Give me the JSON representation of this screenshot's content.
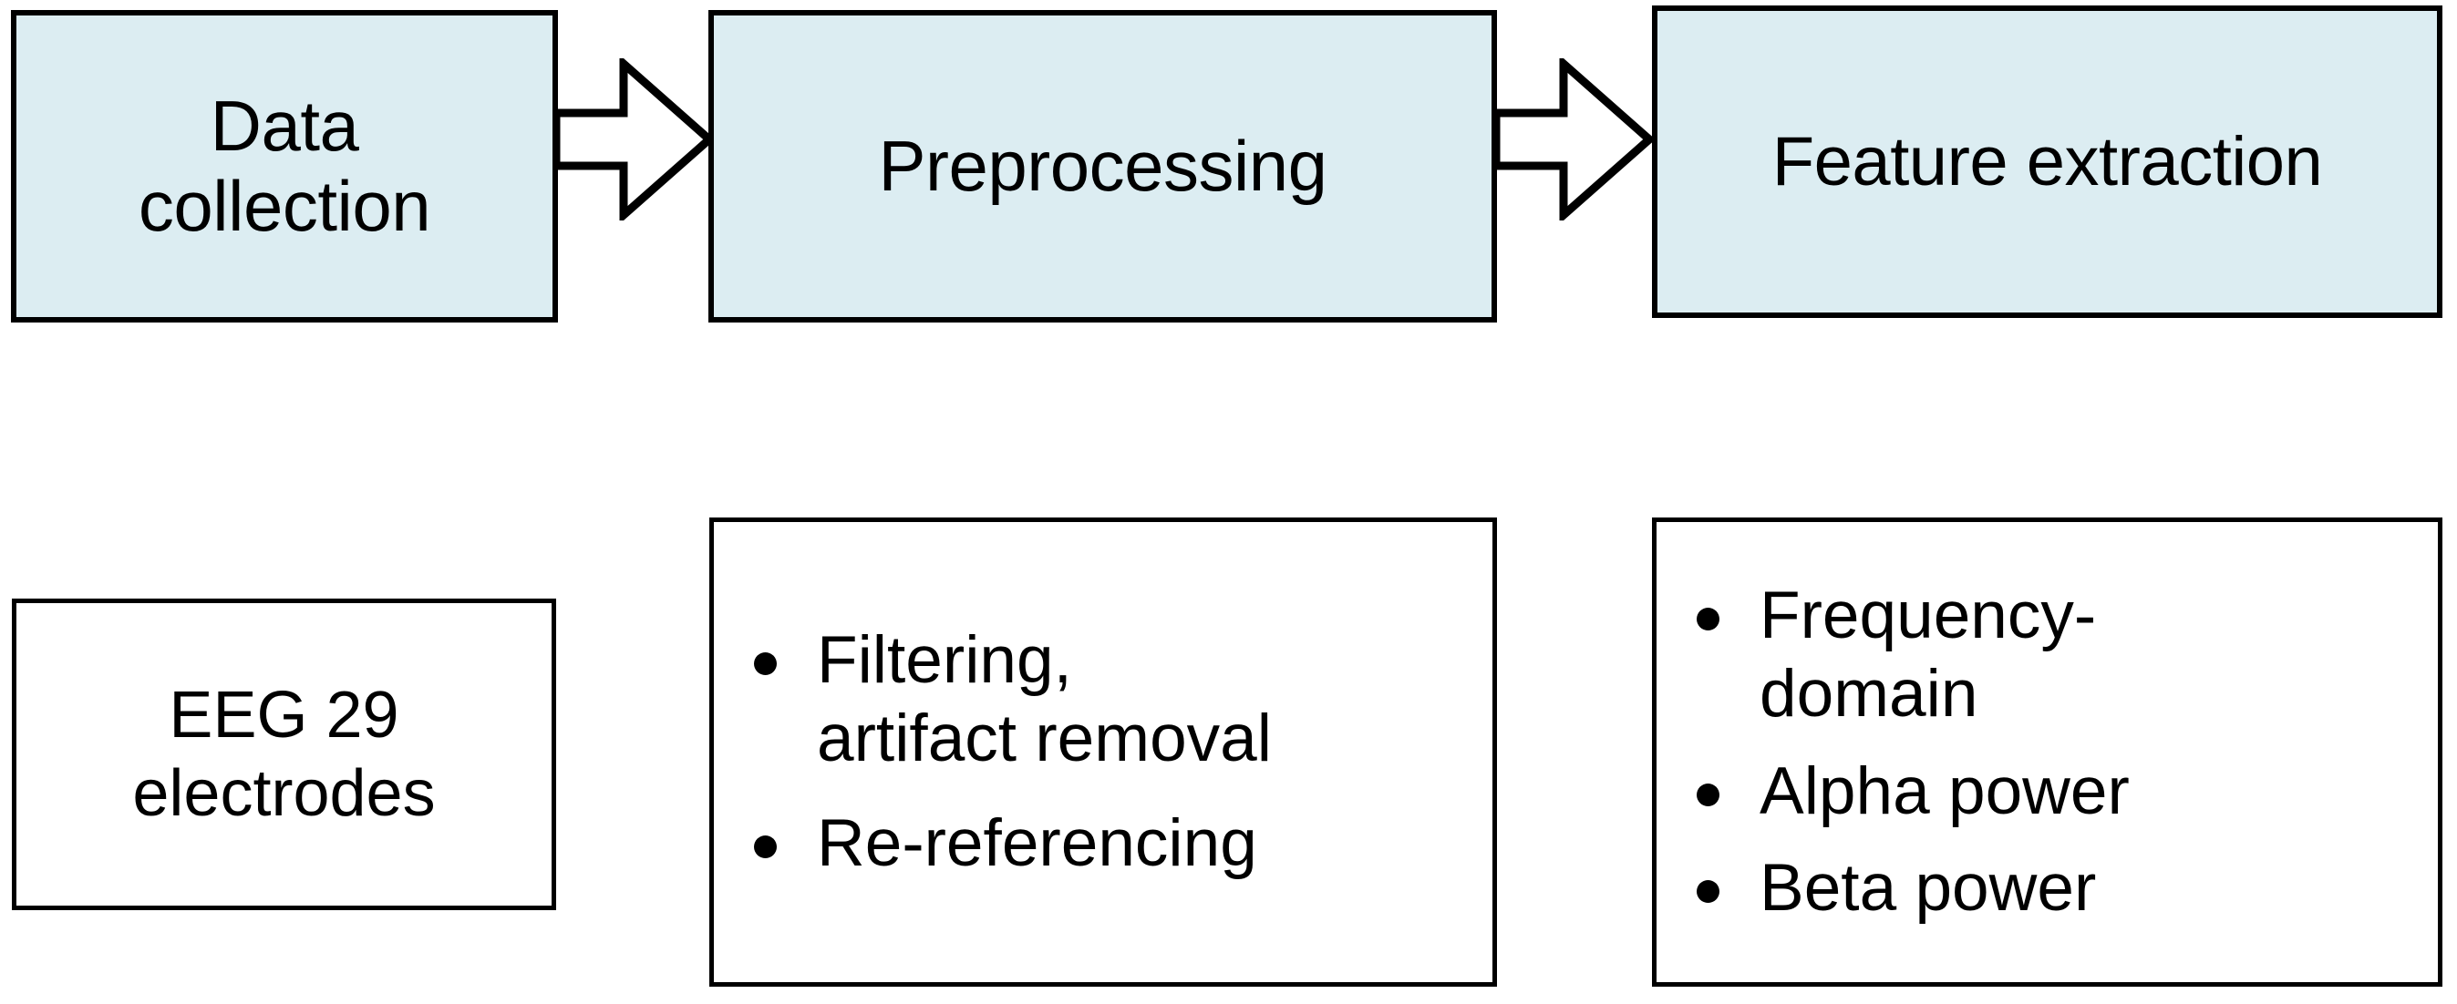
{
  "diagram": {
    "type": "flowchart",
    "orientation": "left-to-right",
    "colors": {
      "stage_fill": "#dcedf2",
      "stage_border": "#000000",
      "detail_fill": "#ffffff",
      "detail_border": "#000000",
      "text": "#000000"
    },
    "stages": [
      {
        "id": "data-collection",
        "label": "Data\ncollection",
        "detail": {
          "id": "eeg",
          "style": "plain-text",
          "label": "EEG 29\nelectrodes"
        }
      },
      {
        "id": "preprocessing",
        "label": "Preprocessing",
        "detail": {
          "id": "preprocessing-details",
          "style": "bullet-list",
          "bullets": [
            "Filtering,\nartifact removal",
            "Re-referencing"
          ]
        }
      },
      {
        "id": "feature-extraction",
        "label": "Feature extraction",
        "detail": {
          "id": "feature-details",
          "style": "bullet-list",
          "bullets": [
            "Frequency-\ndomain",
            "Alpha power",
            "Beta power"
          ]
        }
      }
    ],
    "connectors": [
      {
        "id": "arrow-1",
        "icon": "block-arrow-right-icon",
        "from": "data-collection",
        "to": "preprocessing"
      },
      {
        "id": "arrow-2",
        "icon": "block-arrow-right-icon",
        "from": "preprocessing",
        "to": "feature-extraction"
      }
    ]
  }
}
